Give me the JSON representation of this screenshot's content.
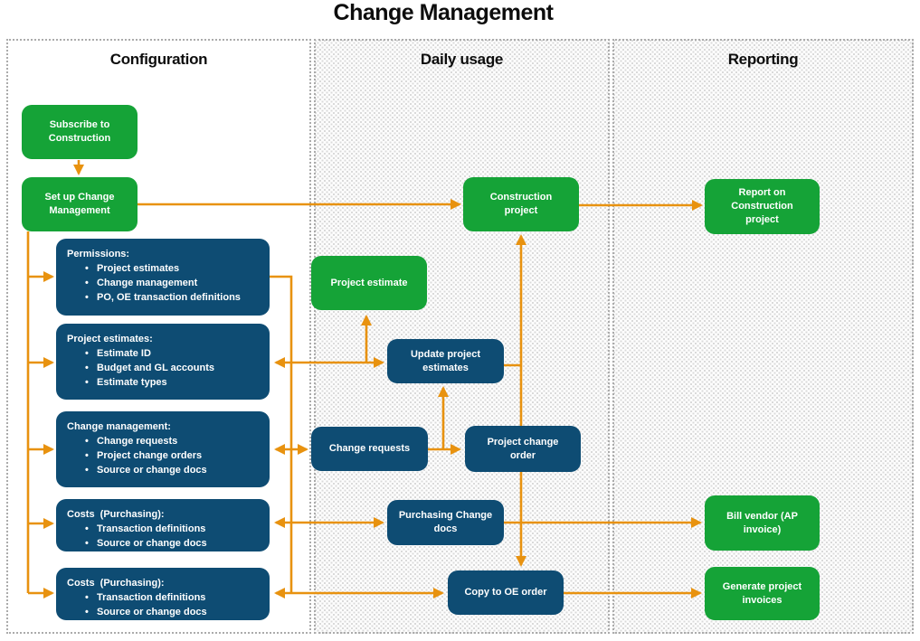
{
  "title": "Change Management",
  "colors": {
    "green": "#15A337",
    "blue": "#0E4C73",
    "orange": "#E8920F"
  },
  "columns": [
    {
      "label": "Configuration"
    },
    {
      "label": "Daily usage"
    },
    {
      "label": "Reporting"
    }
  ],
  "nodes": {
    "subscribe": {
      "label": "Subscribe to Construction"
    },
    "setup": {
      "label": "Set up Change Management"
    },
    "permissions": {
      "title": "Permissions:",
      "bullets": [
        "Project estimates",
        "Change management",
        "PO, OE transaction definitions"
      ]
    },
    "project_estimates": {
      "title": "Project estimates:",
      "bullets": [
        "Estimate ID",
        "Budget and GL accounts",
        "Estimate types"
      ]
    },
    "change_management": {
      "title": "Change management:",
      "bullets": [
        "Change requests",
        "Project change orders",
        "Source or change docs"
      ]
    },
    "costs_po1": {
      "title": "Costs  (Purchasing):",
      "bullets": [
        "Transaction definitions",
        "Source or change docs"
      ]
    },
    "costs_po2": {
      "title": "Costs  (Purchasing):",
      "bullets": [
        "Transaction definitions",
        "Source or change docs"
      ]
    },
    "construction_project": {
      "label": "Construction project"
    },
    "project_estimate": {
      "label": "Project estimate"
    },
    "update_estimates": {
      "label": "Update project estimates"
    },
    "change_requests": {
      "label": "Change requests"
    },
    "project_change_order": {
      "label": "Project change order"
    },
    "purchasing_docs": {
      "label": "Purchasing Change docs"
    },
    "copy_oe": {
      "label": "Copy to OE order"
    },
    "report_construction": {
      "label": "Report on Construction project"
    },
    "bill_vendor": {
      "label": "Bill vendor (AP invoice)"
    },
    "generate_invoices": {
      "label": "Generate project invoices"
    }
  }
}
